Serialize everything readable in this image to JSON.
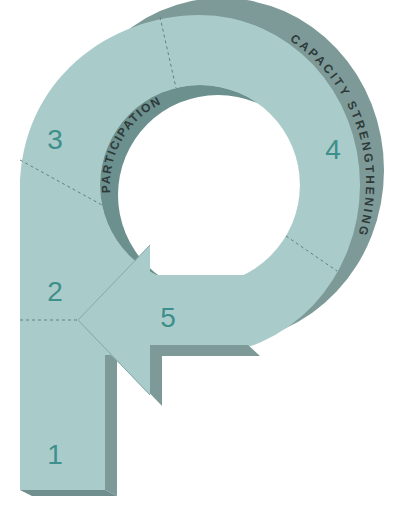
{
  "diagram": {
    "labels": [
      "1",
      "2",
      "3",
      "4",
      "5",
      "PARTICIPATION",
      "CAPACITY STRENGTHENING"
    ]
  }
}
